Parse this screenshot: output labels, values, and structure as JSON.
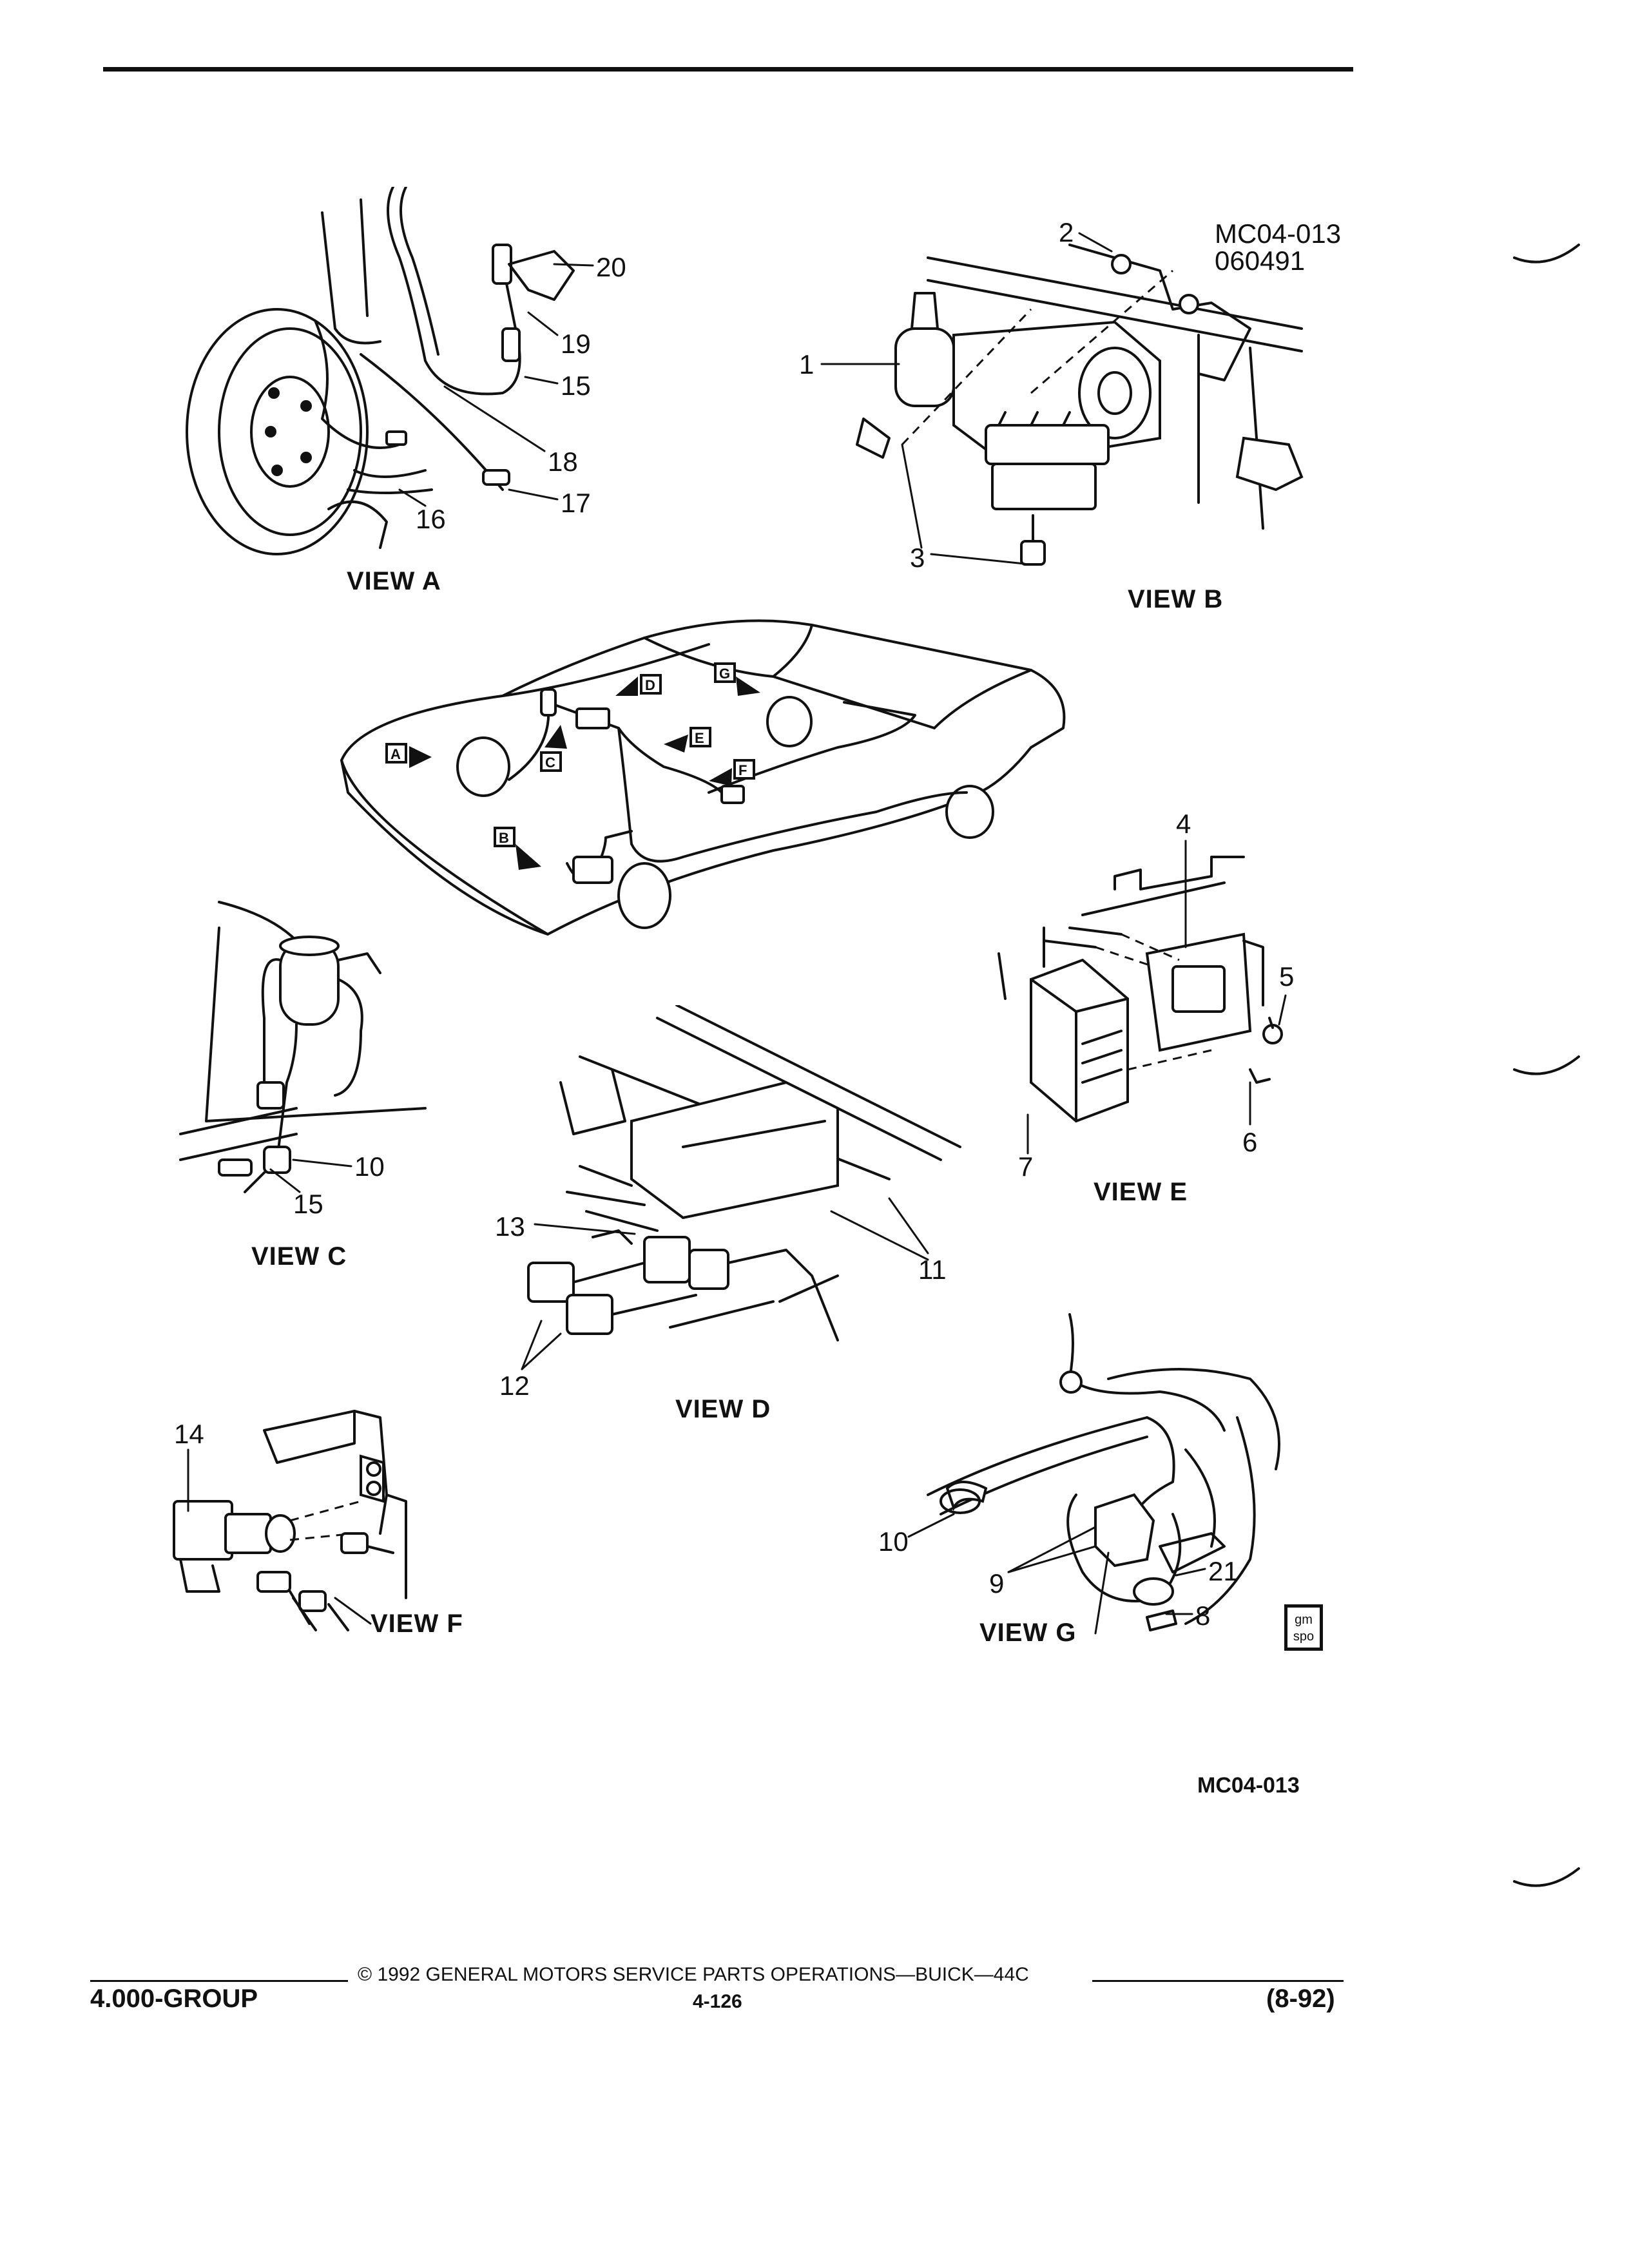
{
  "figure_codes": {
    "top_right": "MC04-013",
    "top_right_date": "060491",
    "bottom": "MC04-013"
  },
  "views": {
    "a": "VIEW A",
    "b": "VIEW B",
    "c": "VIEW C",
    "d": "VIEW D",
    "e": "VIEW E",
    "f": "VIEW F",
    "g": "VIEW G"
  },
  "car_arrow_letters": [
    "A",
    "B",
    "C",
    "D",
    "E",
    "F",
    "G"
  ],
  "callouts": {
    "view_a": [
      "20",
      "19",
      "15",
      "18",
      "17",
      "16"
    ],
    "view_b": [
      "2",
      "1",
      "3"
    ],
    "view_c": [
      "10",
      "15"
    ],
    "view_d": [
      "13",
      "11",
      "12"
    ],
    "view_e": [
      "4",
      "5",
      "6",
      "7"
    ],
    "view_f": [
      "14"
    ],
    "view_g": [
      "10",
      "9",
      "21",
      "8"
    ]
  },
  "badge": {
    "line1": "gm",
    "line2": "spo"
  },
  "footer": {
    "copyright": "© 1992 GENERAL MOTORS SERVICE PARTS OPERATIONS—BUICK—44C",
    "group": "4.000-GROUP",
    "page": "4-126",
    "date": "(8-92)"
  }
}
